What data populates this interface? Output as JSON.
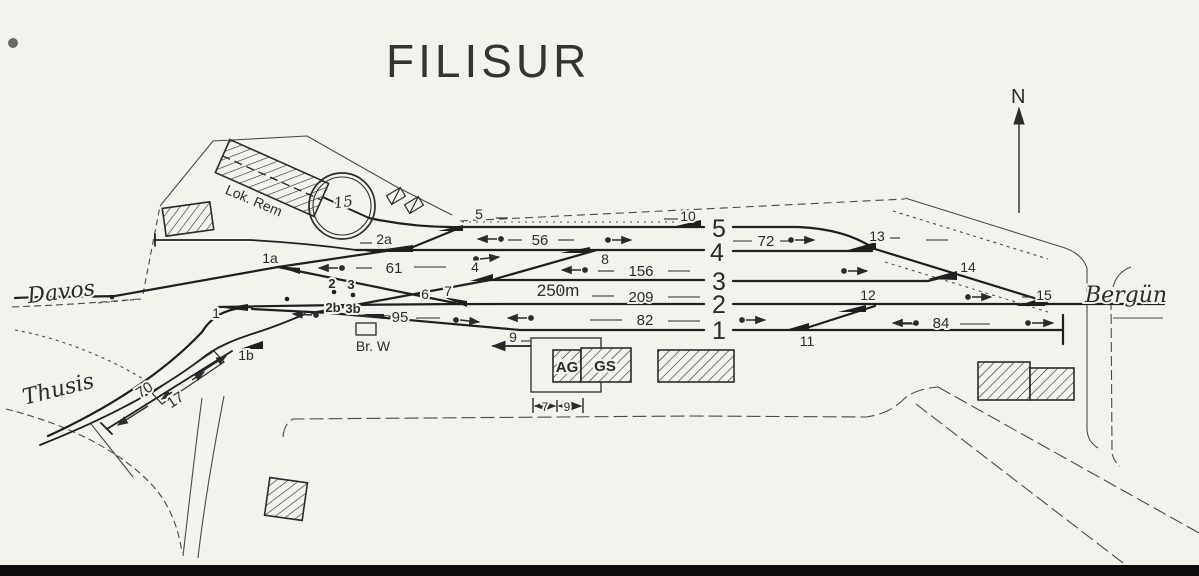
{
  "title": "FILISUR",
  "compass_n": "N",
  "stations": {
    "davos": "Davos",
    "thusis": "Thusis",
    "berguen": "Bergün"
  },
  "depot": {
    "lok_rem": "Lok. Rem",
    "turntable_num": "15"
  },
  "buildings": {
    "ag": "AG",
    "gs": "GS",
    "weighbridge": "Br. W"
  },
  "tracks": {
    "t5": "5",
    "t4": "4",
    "t3": "3",
    "t2": "2",
    "t1": "1"
  },
  "switches": {
    "s1": "1",
    "s1a": "1a",
    "s1b": "1b",
    "s2": "2",
    "s3": "3",
    "s2a": "2a",
    "s2b": "2b",
    "s3b": "3b",
    "s4": "4",
    "s5": "5",
    "s6": "6",
    "s7": "7",
    "s8": "8",
    "s9": "9",
    "s10": "10",
    "s11": "11",
    "s12": "12",
    "s13": "13",
    "s14": "14",
    "s15": "15"
  },
  "lengths": {
    "t5_56": "56",
    "t5_72": "72",
    "t4_61": "61",
    "t3_156": "156",
    "t2_209": "209",
    "t1_95": "95",
    "t1_82": "82",
    "t1_84": "84",
    "siding_70": "70",
    "ramp_17": "17",
    "station_250m": "250m",
    "platform_7": "7",
    "platform_9": "9"
  },
  "colors": {
    "ink": "#2b2b2b",
    "paper": "#f4f2ed"
  }
}
